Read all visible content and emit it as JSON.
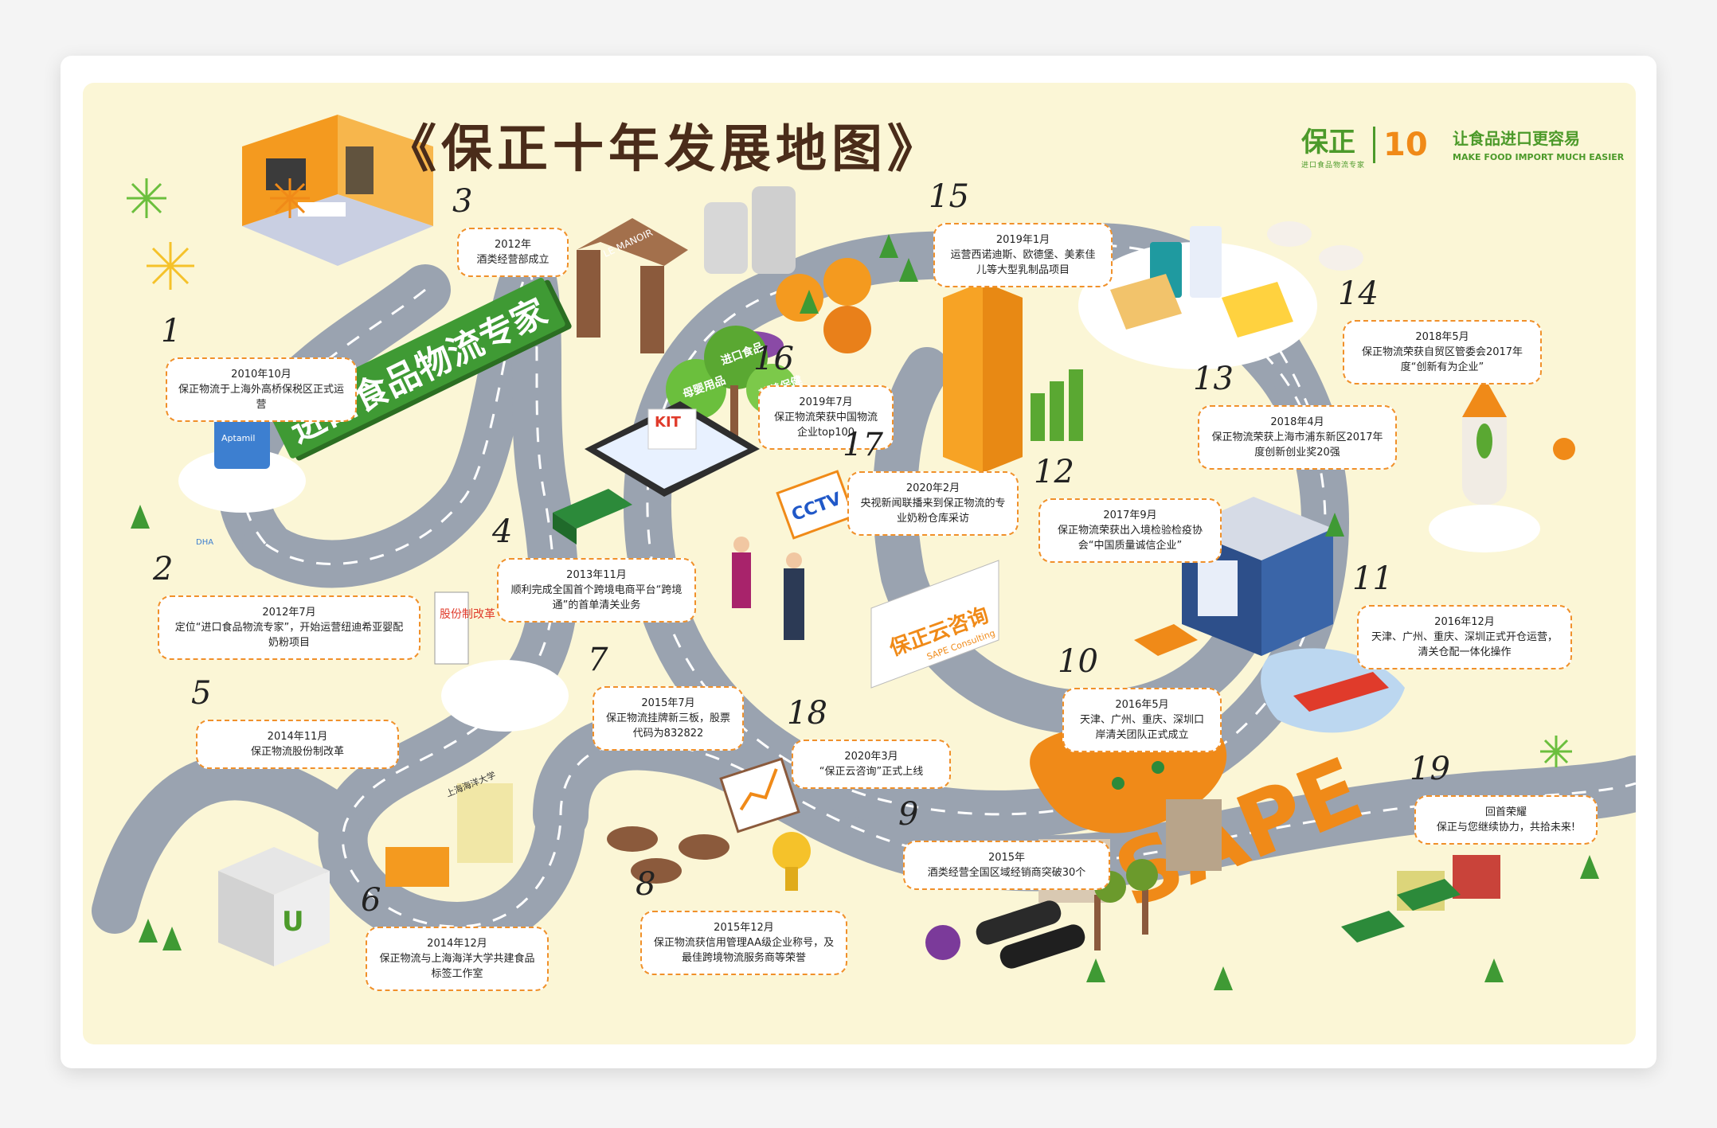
{
  "title": "《保正十年发展地图》",
  "brand": {
    "logo": "保正",
    "logo_sub": "进口食品物流专家",
    "ten": "10",
    "slogan_cn": "让食品进口更容易",
    "slogan_en": "MAKE FOOD IMPORT MUCH EASIER"
  },
  "sign_text": "进口食品物流专家",
  "scene_labels": {
    "le_manoir": "LE MANOIR",
    "kit": "KIT",
    "cctv": "CCTV",
    "billboard_cn": "保正云咨询",
    "billboard_en": "SAPE Consulting",
    "reform_board": "股份制改革",
    "university": "上海海洋大学",
    "sape": "SAPE",
    "aptamil": "Aptamil",
    "dha": "DHA",
    "tree_left": "母婴用品",
    "tree_mid": "进口食品",
    "tree_right": "营养保健"
  },
  "milestones": [
    {
      "num": "1",
      "date": "2010年10月",
      "text": "保正物流于上海外高桥保税区正式运营"
    },
    {
      "num": "2",
      "date": "2012年7月",
      "text": "定位“进口食品物流专家”，开始运营纽迪希亚婴配奶粉项目"
    },
    {
      "num": "3",
      "date": "2012年",
      "text": "酒类经营部成立"
    },
    {
      "num": "4",
      "date": "2013年11月",
      "text": "顺利完成全国首个跨境电商平台“跨境通”的首单清关业务"
    },
    {
      "num": "5",
      "date": "2014年11月",
      "text": "保正物流股份制改革"
    },
    {
      "num": "6",
      "date": "2014年12月",
      "text": "保正物流与上海海洋大学共建食品标签工作室"
    },
    {
      "num": "7",
      "date": "2015年7月",
      "text": "保正物流挂牌新三板，股票代码为832822"
    },
    {
      "num": "8",
      "date": "2015年12月",
      "text": "保正物流获信用管理AA级企业称号，及最佳跨境物流服务商等荣誉"
    },
    {
      "num": "9",
      "date": "2015年",
      "text": "酒类经营全国区域经销商突破30个"
    },
    {
      "num": "10",
      "date": "2016年5月",
      "text": "天津、广州、重庆、深圳口岸清关团队正式成立"
    },
    {
      "num": "11",
      "date": "2016年12月",
      "text": "天津、广州、重庆、深圳正式开仓运营，清关仓配一体化操作"
    },
    {
      "num": "12",
      "date": "2017年9月",
      "text": "保正物流荣获出入境检验检疫协会“中国质量诚信企业”"
    },
    {
      "num": "13",
      "date": "2018年4月",
      "text": "保正物流荣获上海市浦东新区2017年度创新创业奖20强"
    },
    {
      "num": "14",
      "date": "2018年5月",
      "text": "保正物流荣获自贸区管委会2017年度“创新有为企业”"
    },
    {
      "num": "15",
      "date": "2019年1月",
      "text": "运营西诺迪斯、欧德堡、美素佳儿等大型乳制品项目"
    },
    {
      "num": "16",
      "date": "2019年7月",
      "text": "保正物流荣获中国物流企业top100"
    },
    {
      "num": "17",
      "date": "2020年2月",
      "text": "央视新闻联播来到保正物流的专业奶粉仓库采访"
    },
    {
      "num": "18",
      "date": "2020年3月",
      "text": "“保正云咨询”正式上线"
    },
    {
      "num": "19",
      "date": "回首荣耀",
      "text": "保正与您继续协力，共拾未来!"
    }
  ],
  "colors": {
    "bg": "#fbf6d6",
    "road": "#9aa3b0",
    "bubble_border": "#f0902a",
    "brand_green": "#4c9a2a",
    "brand_orange": "#f08a18"
  }
}
